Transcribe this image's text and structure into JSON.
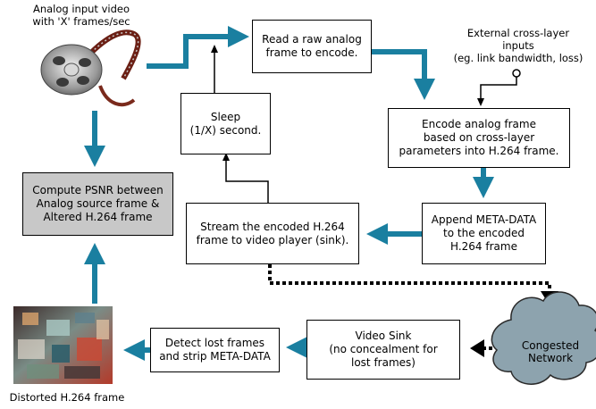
{
  "colors": {
    "arrow": "#1a7fa0",
    "box_fill": "#ffffff",
    "highlight_fill": "#c8c8c8",
    "cloud": "#8da3ae"
  },
  "icons": {
    "source": "film-reel-icon",
    "result": "distorted-frame-image"
  },
  "captions": {
    "input": "Analog input video\nwith 'X' frames/sec",
    "external": "External cross-layer\ninputs\n(eg. link bandwidth, loss)",
    "distorted": "Distorted H.264 frame"
  },
  "boxes": {
    "read": "Read a raw analog\nframe to encode.",
    "sleep": "Sleep\n(1/X) second.",
    "encode": "Encode analog frame\nbased on cross-layer\nparameters into H.264 frame.",
    "psnr": "Compute PSNR between\nAnalog source frame &\nAltered H.264 frame",
    "stream": "Stream the encoded H.264\nframe to video player (sink).",
    "append": "Append META-DATA\nto the encoded\nH.264 frame",
    "detect": "Detect lost frames\nand strip META-DATA",
    "sink": "Video Sink\n(no concealment for\nlost frames)"
  },
  "network": {
    "label": "Congested\nNetwork"
  }
}
